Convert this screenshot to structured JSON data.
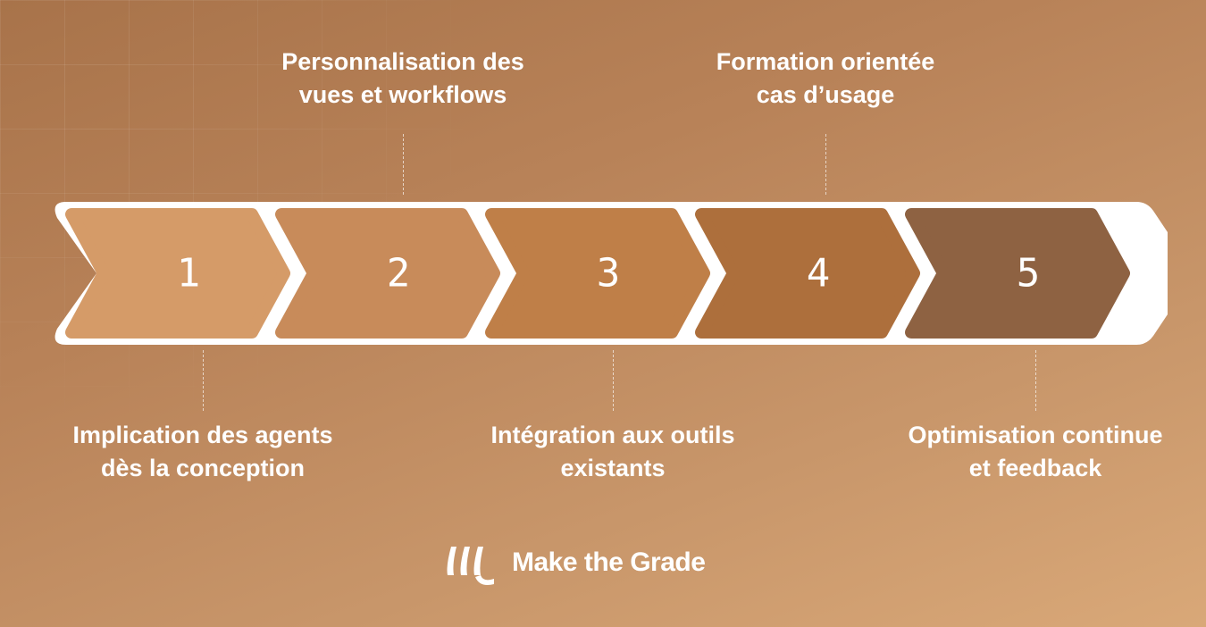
{
  "steps": [
    {
      "number": "1",
      "label_lines": [
        "Implication des agents",
        "dès la conception"
      ],
      "position": "below",
      "color": "#d59b68"
    },
    {
      "number": "2",
      "label_lines": [
        "Personnalisation des",
        "vues et workflows"
      ],
      "position": "above",
      "color": "#c88b5a"
    },
    {
      "number": "3",
      "label_lines": [
        "Intégration aux outils",
        "existants"
      ],
      "position": "below",
      "color": "#bf7f48"
    },
    {
      "number": "4",
      "label_lines": [
        "Formation orientée",
        "cas d’usage"
      ],
      "position": "above",
      "color": "#ad6f3c"
    },
    {
      "number": "5",
      "label_lines": [
        "Optimisation continue",
        "et feedback"
      ],
      "position": "below",
      "color": "#8e6242"
    }
  ],
  "brand": {
    "name": "Make the Grade",
    "logo_icon": "make-the-grade-logo-icon"
  },
  "colors": {
    "outline": "#ffffff",
    "text": "#ffffff"
  }
}
